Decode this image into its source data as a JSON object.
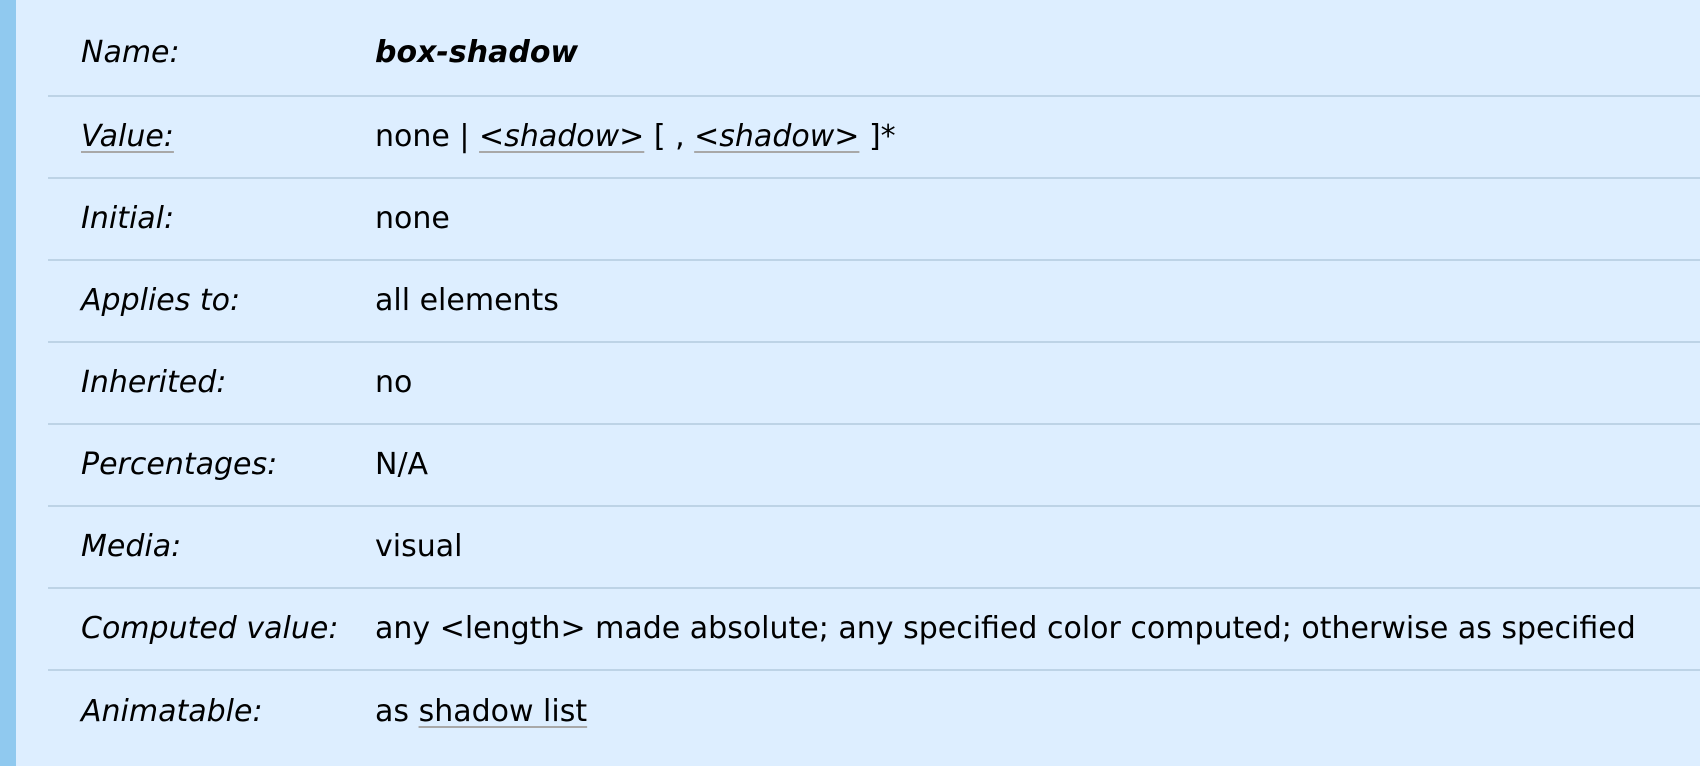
{
  "rows": {
    "name": {
      "label": "Name:",
      "value": "box-shadow"
    },
    "value": {
      "label": "Value:",
      "keyword_none": "none",
      "pipe": "|",
      "shadow_type_1": "<shadow>",
      "list_open": "[ ,",
      "shadow_type_2": "<shadow>",
      "list_close": "]*"
    },
    "initial": {
      "label": "Initial:",
      "value": "none"
    },
    "applies_to": {
      "label": "Applies to:",
      "value": "all elements"
    },
    "inherited": {
      "label": "Inherited:",
      "value": "no"
    },
    "percentages": {
      "label": "Percentages:",
      "value": "N/A"
    },
    "media": {
      "label": "Media:",
      "value": "visual"
    },
    "computed_value": {
      "label": "Computed value:",
      "value": "any <length> made absolute; any specified color computed; otherwise as specified"
    },
    "animatable": {
      "label": "Animatable:",
      "prefix": "as",
      "link_text": "shadow list"
    }
  },
  "colors": {
    "background": "#ddeeff",
    "left_bar": "#90c9ef",
    "row_divider": "#bdd3e6"
  }
}
